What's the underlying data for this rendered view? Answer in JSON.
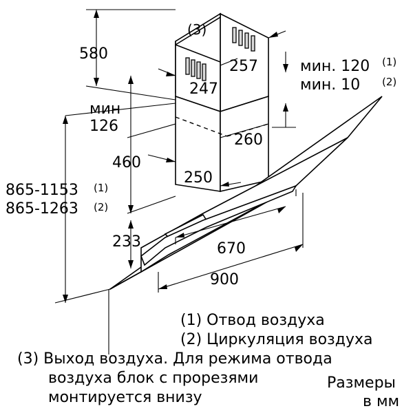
{
  "dimensions": {
    "chimney_height": "580",
    "chimney_depth": "257",
    "chimney_width": "247",
    "min_label": "мин",
    "min_value": "126",
    "lower_chimney_height": "460",
    "wall_offset": "260",
    "chimney_front": "250",
    "total_height_1": "865-1153",
    "total_height_2": "865-1263",
    "glass_depth": "233",
    "inner_width": "670",
    "total_width": "900",
    "min_120": "мин. 120",
    "min_10": "мин. 10",
    "ref_1": "(1)",
    "ref_2": "(2)",
    "ref_3": "(3)"
  },
  "notes": {
    "line1": "(1) Отвод воздуха",
    "line2": "(2) Циркуляция воздуха",
    "line3": "(3) Выход воздуха. Для режима отвода",
    "line4": "воздуха блок с прорезями",
    "line5": "монтируется внизу",
    "units1": "Размеры",
    "units2": "в мм"
  }
}
